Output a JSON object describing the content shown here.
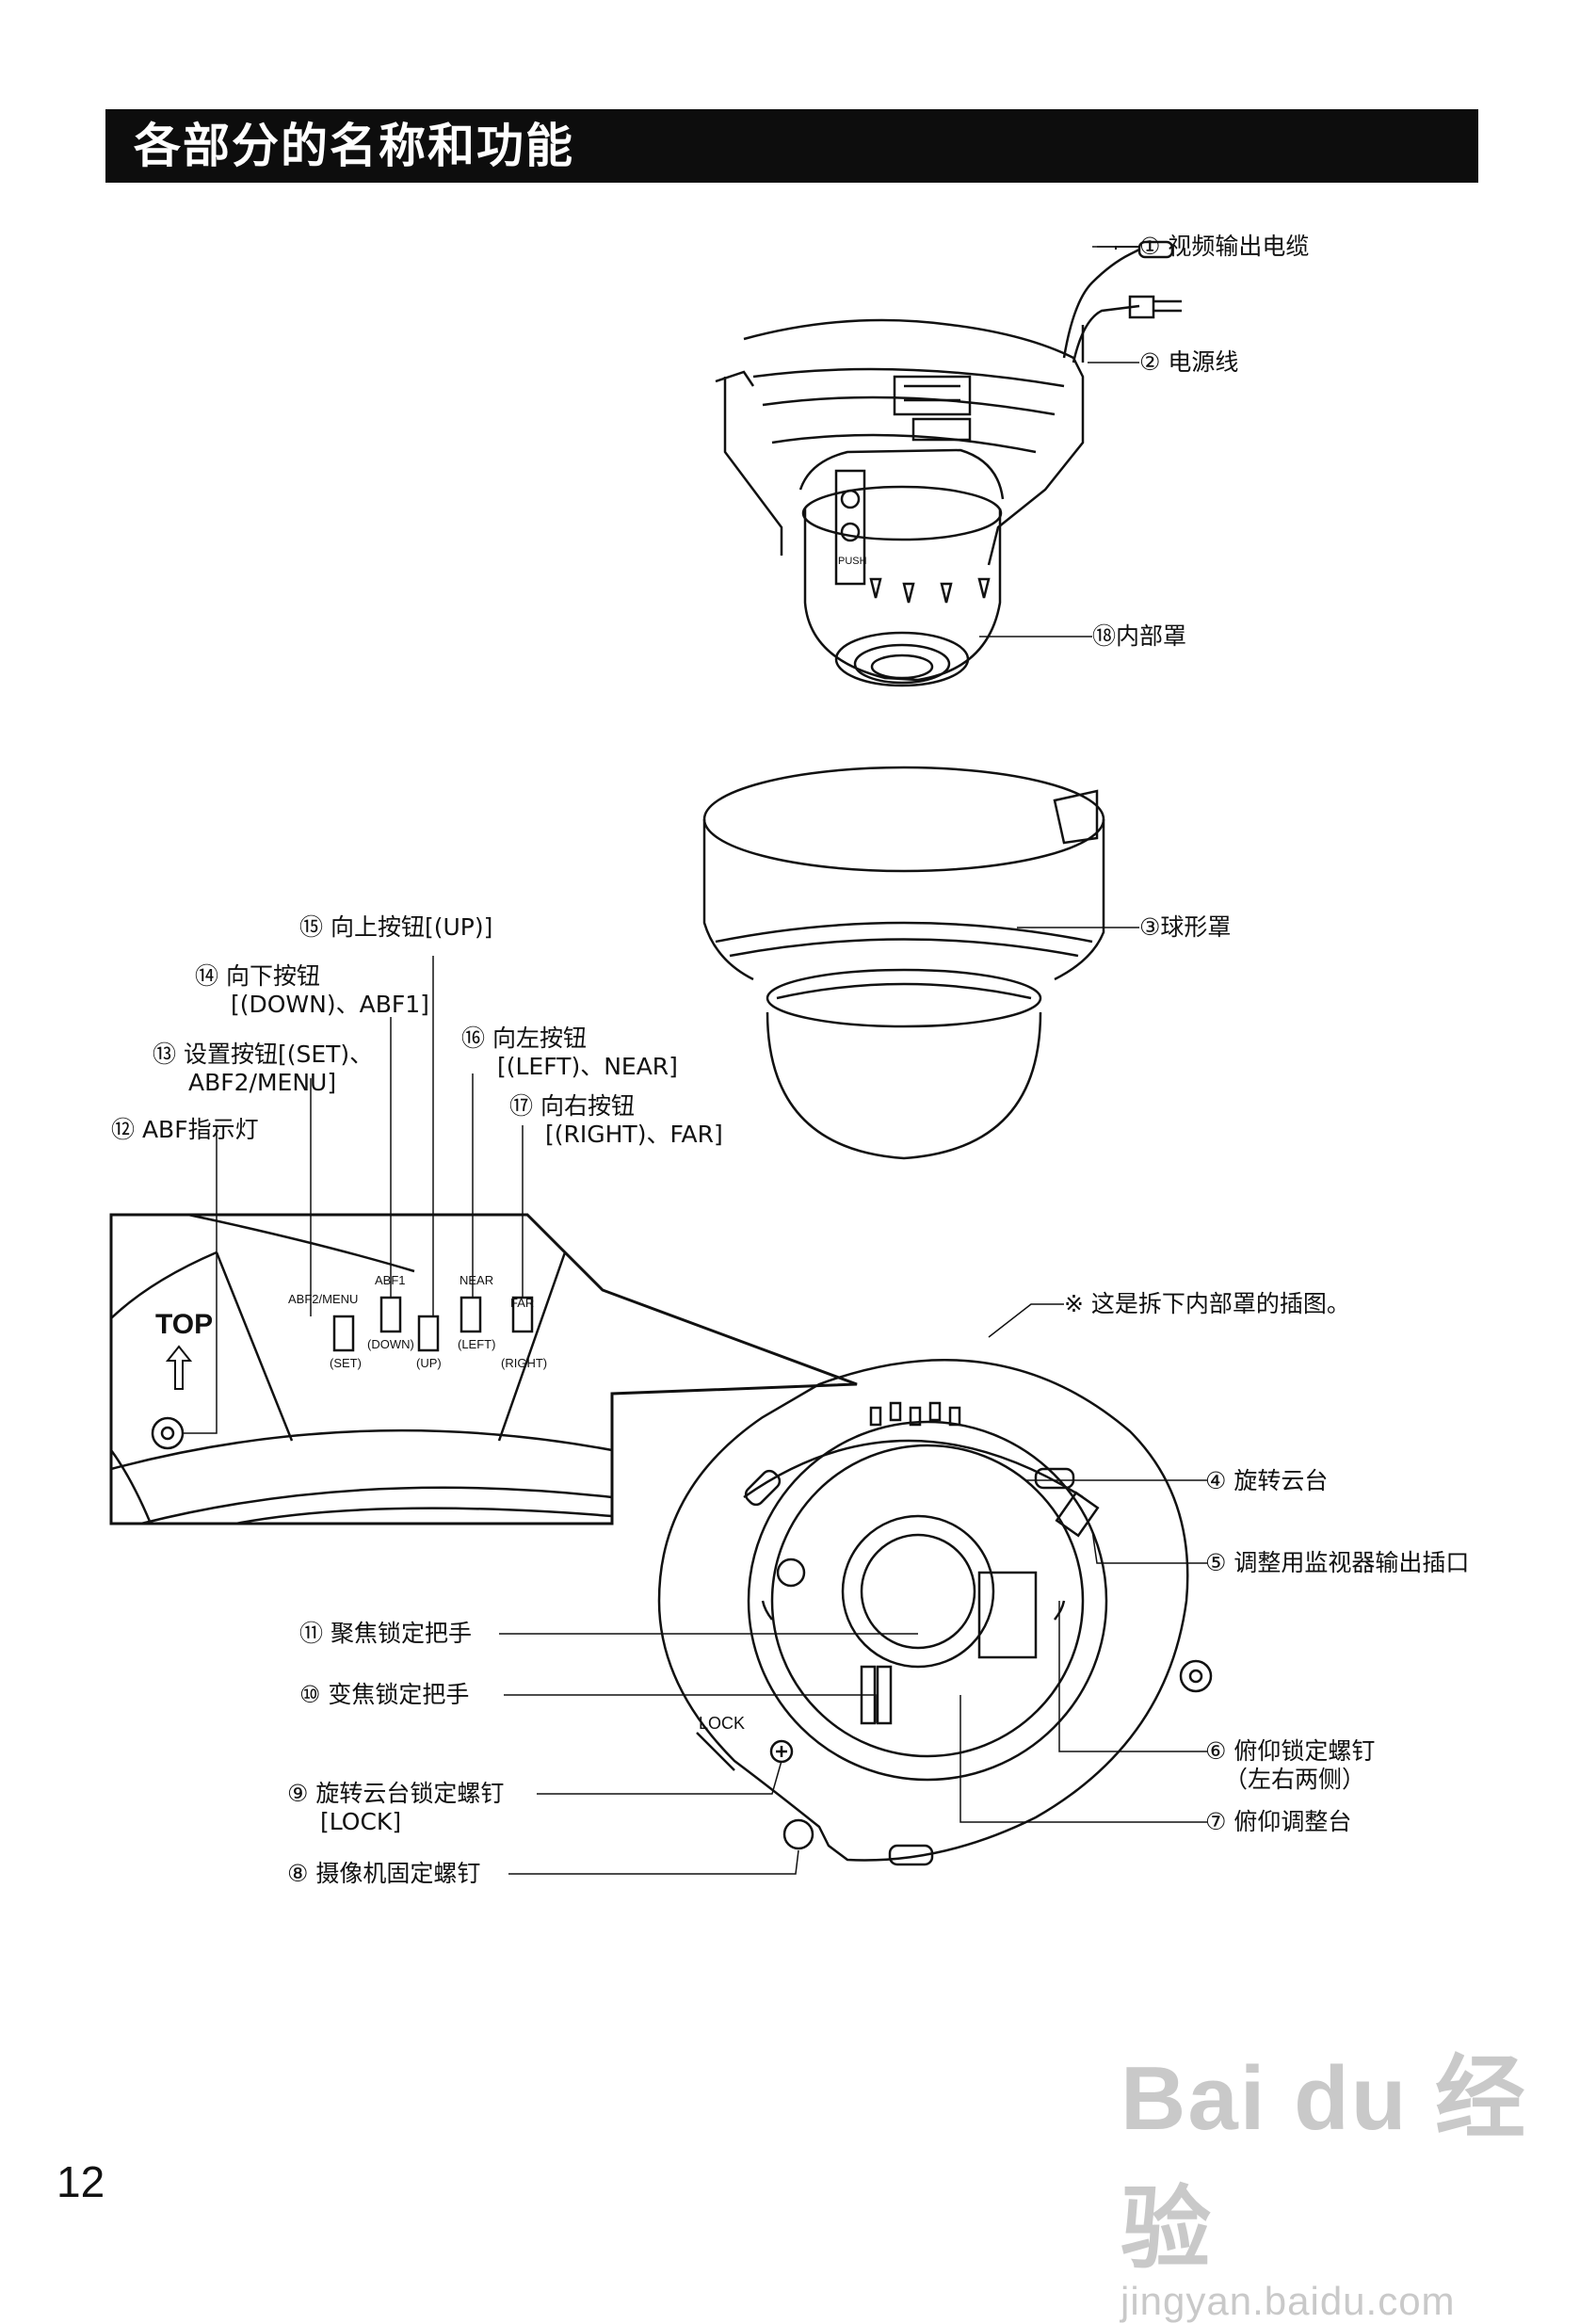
{
  "header": {
    "title": "各部分的名称和功能"
  },
  "labels": {
    "l1": "① 视频输出电缆",
    "l2": "② 电源线",
    "l18": "⑱内部罩",
    "l3": "③球形罩",
    "l15": "⑮ 向上按钮[(UP)]",
    "l14a": "⑭ 向下按钮",
    "l14b": "[(DOWN)、ABF1]",
    "l13a": "⑬ 设置按钮[(SET)、",
    "l13b": "ABF2/MENU]",
    "l16a": "⑯ 向左按钮",
    "l16b": "[(LEFT)、NEAR]",
    "l17a": "⑰ 向右按钮",
    "l17b": "[(RIGHT)、FAR]",
    "l12": "⑫ ABF指示灯",
    "note": "※ 这是拆下内部罩的插图。",
    "l4": "④ 旋转云台",
    "l5": "⑤ 调整用监视器输出插口",
    "l11": "⑪ 聚焦锁定把手",
    "l10": "⑩ 变焦锁定把手",
    "l6a": "⑥ 俯仰锁定螺钉",
    "l6b": "（左右两侧）",
    "l7": "⑦ 俯仰调整台",
    "l9a": "⑨ 旋转云台锁定螺钉",
    "l9b": "[LOCK]",
    "l8": "⑧ 摄像机固定螺钉"
  },
  "panel": {
    "top_label": "TOP",
    "btn_labels": [
      "ABF2/MENU",
      "ABF1",
      "NEAR",
      "FAR"
    ],
    "btn_sub": [
      "(SET)",
      "(DOWN)",
      "(UP)",
      "(LEFT)",
      "(RIGHT)"
    ],
    "lock_label": "LOCK",
    "push_label": "PUSH"
  },
  "page_number": "12",
  "watermark": {
    "brand": "Bai du 经验",
    "url": "jingyan.baidu.com"
  }
}
